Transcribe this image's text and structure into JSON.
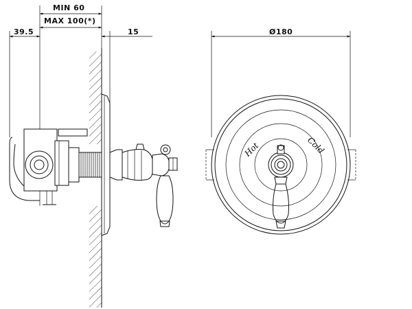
{
  "dimensions": {
    "min_depth": "MIN 60",
    "max_depth": "MAX 100(*)",
    "rear_offset": "39.5",
    "front_offset": "15",
    "plate_diameter": "Ø180"
  },
  "plate_labels": {
    "hot": "Hot",
    "cold": "Cold"
  }
}
